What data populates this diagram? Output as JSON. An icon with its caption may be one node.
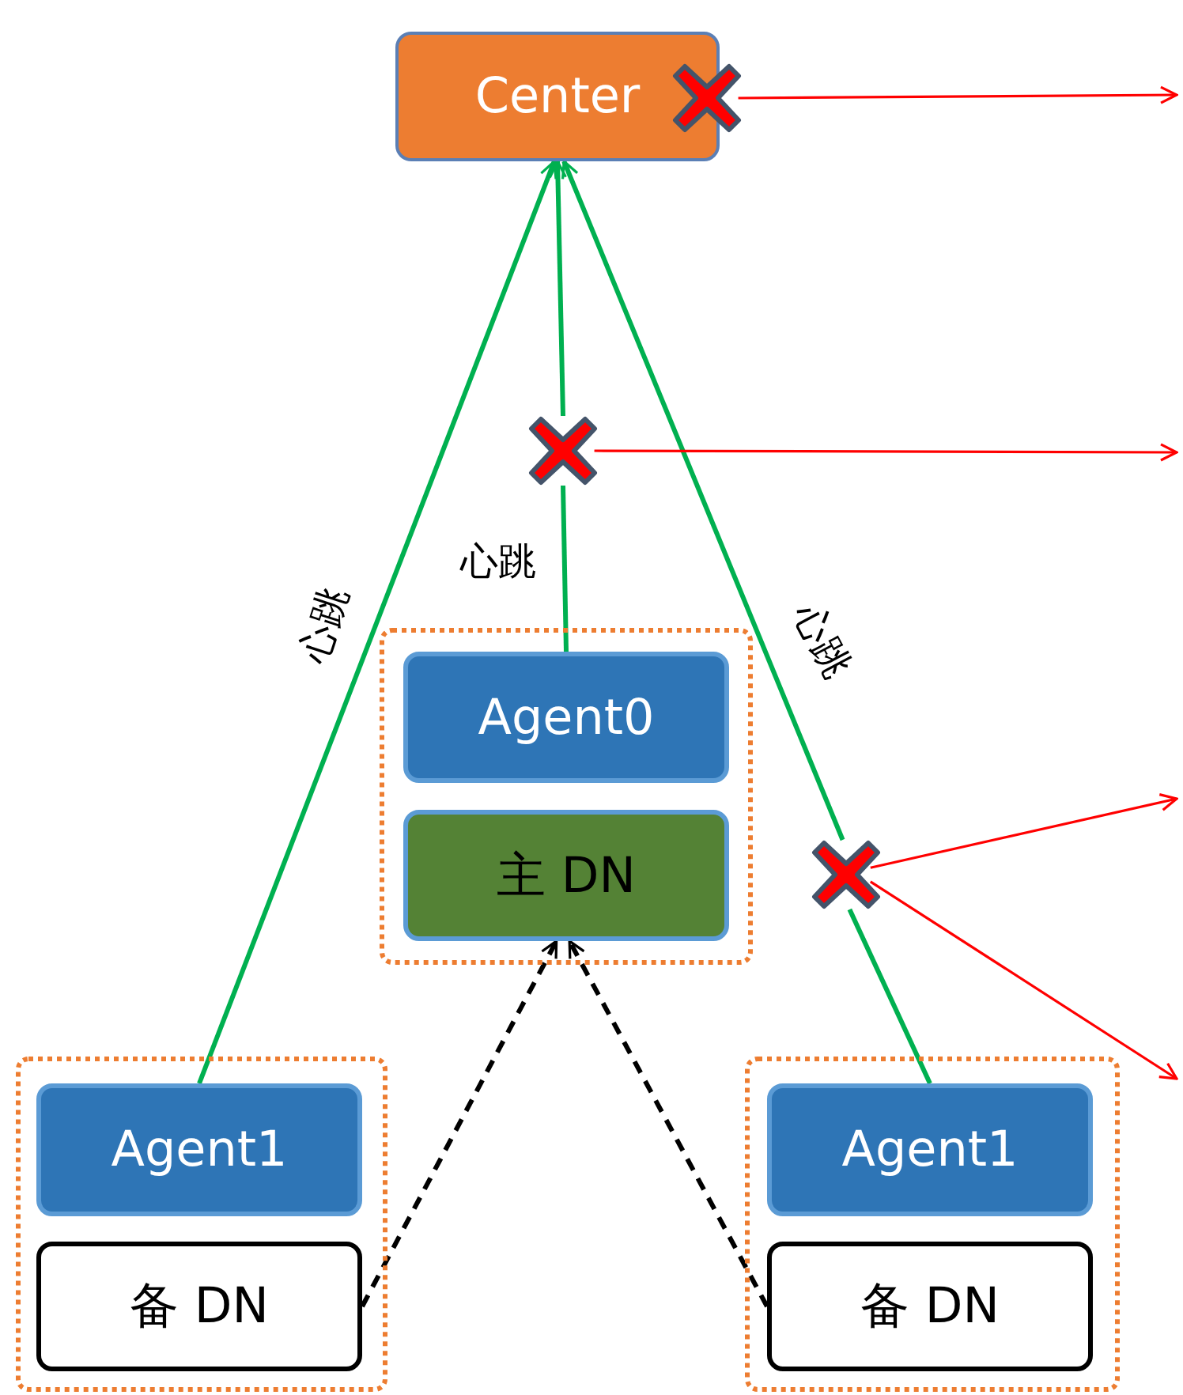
{
  "diagram": {
    "nodes": [
      {
        "text": [
          "Center"
        ]
      },
      {
        "text": [],
        "shape": "box"
      },
      {
        "text": [
          "Agent0"
        ],
        "in": 1
      },
      {
        "text": [
          "主 DN"
        ],
        "in": 1
      },
      {
        "text": [],
        "shape": "box"
      },
      {
        "text": [
          "Agent1"
        ],
        "in": 4
      },
      {
        "text": [
          "备 DN"
        ],
        "in": 4
      },
      {
        "text": [],
        "shape": "box"
      },
      {
        "text": [
          "Agent1"
        ],
        "in": 7
      },
      {
        "text": [
          "备 DN"
        ],
        "in": 7
      },
      {
        "text": [],
        "shape": "cross"
      },
      {
        "text": [],
        "shape": "cross"
      },
      {
        "text": [],
        "shape": "cross"
      }
    ],
    "edges": [
      {
        "from": 5,
        "to": 0,
        "arrow": "to",
        "label": "心跳",
        "color": "#00b050"
      },
      {
        "from": 2,
        "to": 11,
        "arrow": "none",
        "label": "心跳",
        "color": "#00b050"
      },
      {
        "from": 11,
        "to": 0,
        "arrow": "to",
        "color": "#00b050"
      },
      {
        "from": 8,
        "to": 12,
        "arrow": "none",
        "color": "#00b050"
      },
      {
        "from": 12,
        "to": 0,
        "arrow": "to",
        "label": "心跳",
        "color": "#00b050"
      },
      {
        "from": 6,
        "to": 3,
        "arrow": "to",
        "style": "dashed",
        "color": "#000000"
      },
      {
        "from": 9,
        "to": 3,
        "arrow": "to",
        "style": "dashed",
        "color": "#000000"
      },
      {
        "from": 10,
        "to": null,
        "arrow": "to",
        "color": "#ff0000"
      },
      {
        "from": 11,
        "to": null,
        "arrow": "to",
        "color": "#ff0000"
      },
      {
        "from": 12,
        "to": null,
        "arrow": "to",
        "color": "#ff0000"
      },
      {
        "from": 12,
        "to": null,
        "arrow": "to",
        "color": "#ff0000"
      }
    ]
  }
}
